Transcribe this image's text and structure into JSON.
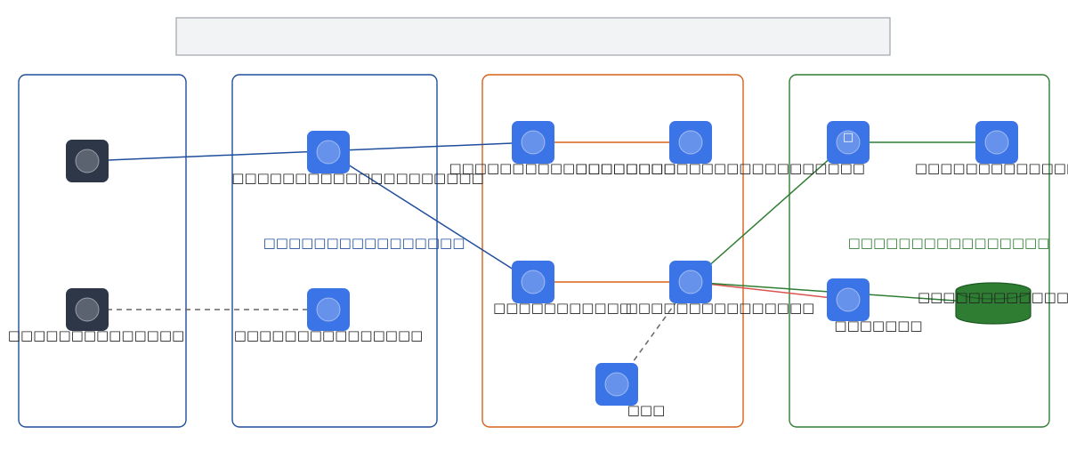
{
  "title": "",
  "colors": {
    "panel_blue": "#1f4e9c",
    "panel_orange": "#d9601a",
    "panel_green": "#2e7d32",
    "node_blue": "#3b74e6",
    "node_dark": "#2d3748",
    "edge_blue": "#1f4e9c",
    "edge_orange": "#d9601a",
    "edge_green": "#2e7d32",
    "edge_red": "#d9534f",
    "edge_gray": "#666666",
    "database_green": "#2e7d32",
    "title_bar_fill": "#f2f3f5",
    "title_bar_border": "#a0a4ac"
  },
  "groups": [
    {
      "id": "g1",
      "label": "",
      "color": "panel_blue"
    },
    {
      "id": "g2",
      "label": "□□□□□□□□□□□□□□□□",
      "color": "panel_blue"
    },
    {
      "id": "g3",
      "label": "",
      "color": "panel_orange"
    },
    {
      "id": "g4",
      "label": "□□□□□□□□□□□□□□□□",
      "color": "panel_green"
    }
  ],
  "nodes": [
    {
      "id": "n1",
      "label": "",
      "style": "dark",
      "icon": "generic-node-icon"
    },
    {
      "id": "n2",
      "label": "□□□□□□□□□□□□□□",
      "style": "dark",
      "icon": "generic-node-icon"
    },
    {
      "id": "n3",
      "label": "□□□□□□□□□□□□□□□□□□□□",
      "style": "blue",
      "icon": "generic-node-icon"
    },
    {
      "id": "n4",
      "label": "□□□□□□□□□□□□□□□",
      "style": "blue",
      "icon": "generic-node-icon"
    },
    {
      "id": "n5",
      "label": "□□□□□□□□□□□□□□□□□□",
      "style": "blue",
      "icon": "generic-node-icon"
    },
    {
      "id": "n6",
      "label": "□□□□□□□□□□□□□□□□□□□□□□□",
      "style": "blue",
      "icon": "generic-node-icon"
    },
    {
      "id": "n7",
      "label": "□□□□□□□□□□□",
      "style": "blue",
      "icon": "generic-node-icon"
    },
    {
      "id": "n8",
      "label": "□□□□□□□□□□□□□□□",
      "style": "blue",
      "icon": "generic-node-icon"
    },
    {
      "id": "n9",
      "label": "□□□",
      "style": "blue",
      "icon": "generic-node-icon"
    },
    {
      "id": "n10",
      "label": "",
      "style": "blue",
      "icon": "generic-node-icon",
      "glyph": "□"
    },
    {
      "id": "n11",
      "label": "□□□□□□□□□□□□□",
      "style": "blue",
      "icon": "generic-node-icon"
    },
    {
      "id": "n12",
      "label": "□□□□□□□",
      "style": "blue",
      "icon": "generic-node-icon"
    },
    {
      "id": "n13",
      "label": "□□□□□□□□□□□□",
      "style": "database",
      "icon": "database-icon"
    }
  ],
  "edges": [
    {
      "from": "n1",
      "to": "n5",
      "color": "edge_blue",
      "dashed": false
    },
    {
      "from": "n2",
      "to": "n4",
      "color": "edge_gray",
      "dashed": true
    },
    {
      "from": "n3",
      "to": "n7",
      "color": "edge_blue",
      "dashed": false
    },
    {
      "from": "n5",
      "to": "n6",
      "color": "edge_orange",
      "dashed": false
    },
    {
      "from": "n7",
      "to": "n8",
      "color": "edge_orange",
      "dashed": false
    },
    {
      "from": "n9",
      "to": "n8",
      "color": "edge_gray",
      "dashed": true
    },
    {
      "from": "n8",
      "to": "n10",
      "color": "edge_green",
      "dashed": false
    },
    {
      "from": "n10",
      "to": "n11",
      "color": "edge_green",
      "dashed": false
    },
    {
      "from": "n12",
      "to": "n8",
      "color": "edge_red",
      "dashed": false
    },
    {
      "from": "n8",
      "to": "n13",
      "color": "edge_green",
      "dashed": false
    }
  ]
}
